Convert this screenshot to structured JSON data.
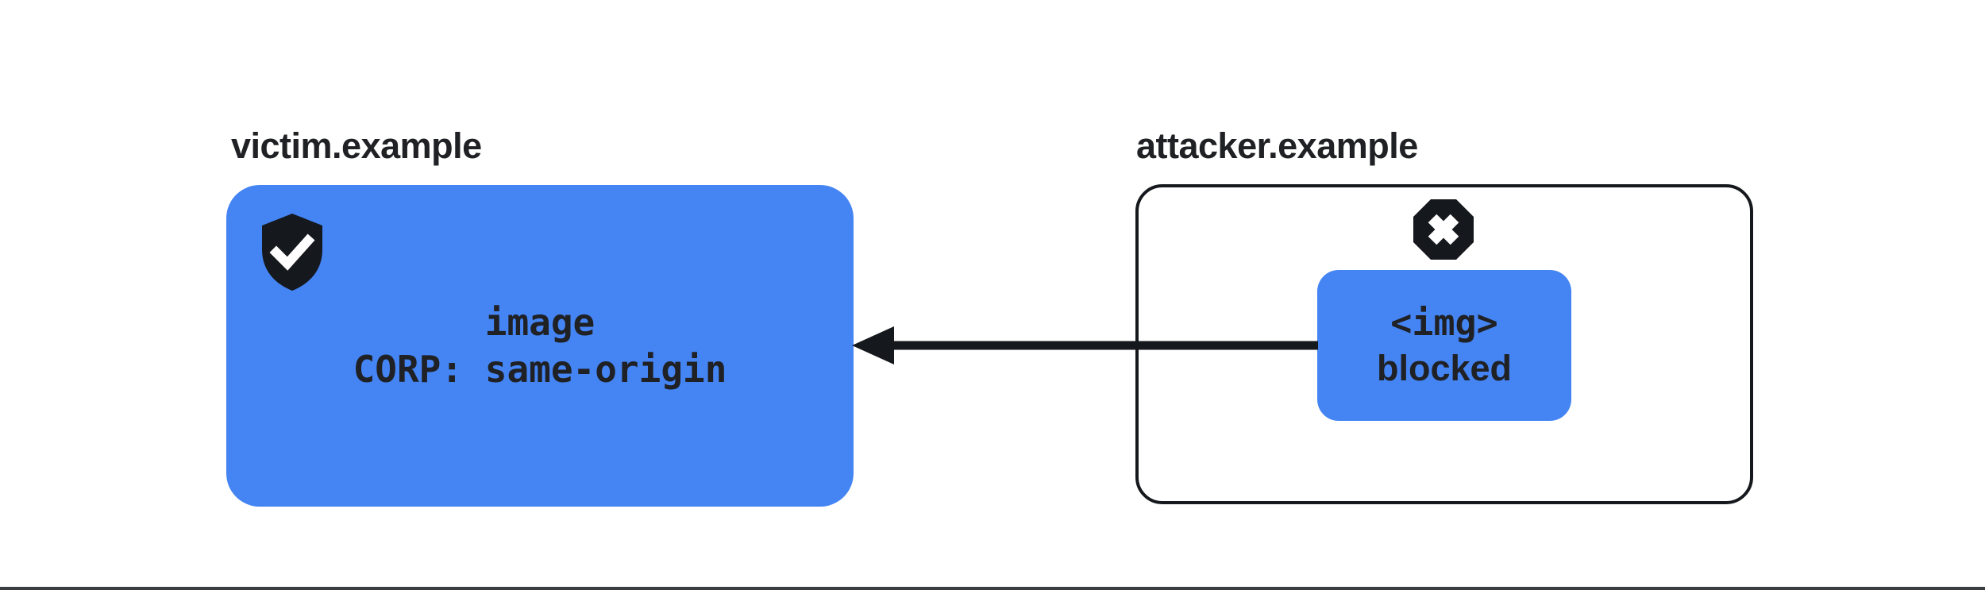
{
  "victim": {
    "label": "victim.example",
    "resource_line": "image",
    "corp_line": "CORP: same-origin"
  },
  "attacker": {
    "label": "attacker.example",
    "img_tag_line": "<img>",
    "blocked_line": "blocked"
  },
  "icons": {
    "shield": "shield-check-icon",
    "octagon": "octagon-x-icon",
    "arrow": "arrow-left"
  },
  "colors": {
    "accent_blue": "#4484f3",
    "text_dark": "#202124",
    "outline_black": "#15181c",
    "divider_gray": "#3a3e41"
  }
}
